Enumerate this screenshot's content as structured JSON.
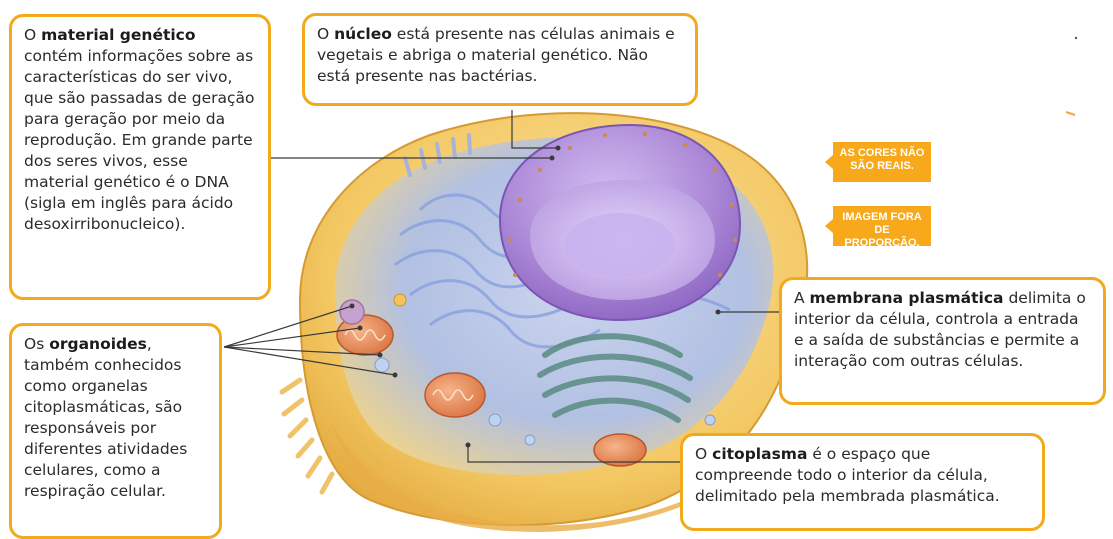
{
  "callouts": {
    "material_genetico": {
      "lead": "O ",
      "term": "material genético",
      "text": " contém informações sobre as características do ser vivo, que são passadas de geração para geração por meio da reprodução. Em grande parte dos seres vivos, esse material genético é o DNA (sigla em inglês para ácido desoxirribonucleico)."
    },
    "nucleo": {
      "lead": "O ",
      "term": "núcleo",
      "text": " está presente nas células animais e vegetais e abriga o material genético. Não está presente nas bactérias."
    },
    "organoides": {
      "lead": "Os ",
      "term": "organoides",
      "text": ", também conhecidos como organelas citoplasmáticas, são responsáveis por diferentes atividades celulares, como a respiração celular."
    },
    "membrana": {
      "lead": "A ",
      "term": "membrana plasmática",
      "text": " delimita o interior da célula, controla a entrada e a saída de substâncias e permite a interação com outras células."
    },
    "citoplasma": {
      "lead": "O ",
      "term": "citoplasma",
      "text": " é o espaço que compreende todo o interior da célula, delimitado pela membrada plasmática."
    }
  },
  "notes": {
    "cores": "AS CORES NÃO SÃO REAIS.",
    "proporcao": "IMAGEM FORA DE PROPORÇÃO."
  },
  "colors": {
    "border": "#f2a91c",
    "note_bg": "#f7a81b",
    "membrane": "#f2c35a",
    "cytoplasm": "#f5d78a",
    "nucleus": "#a987d3",
    "er": "#9bb4e8",
    "golgi": "#6c9a93"
  }
}
